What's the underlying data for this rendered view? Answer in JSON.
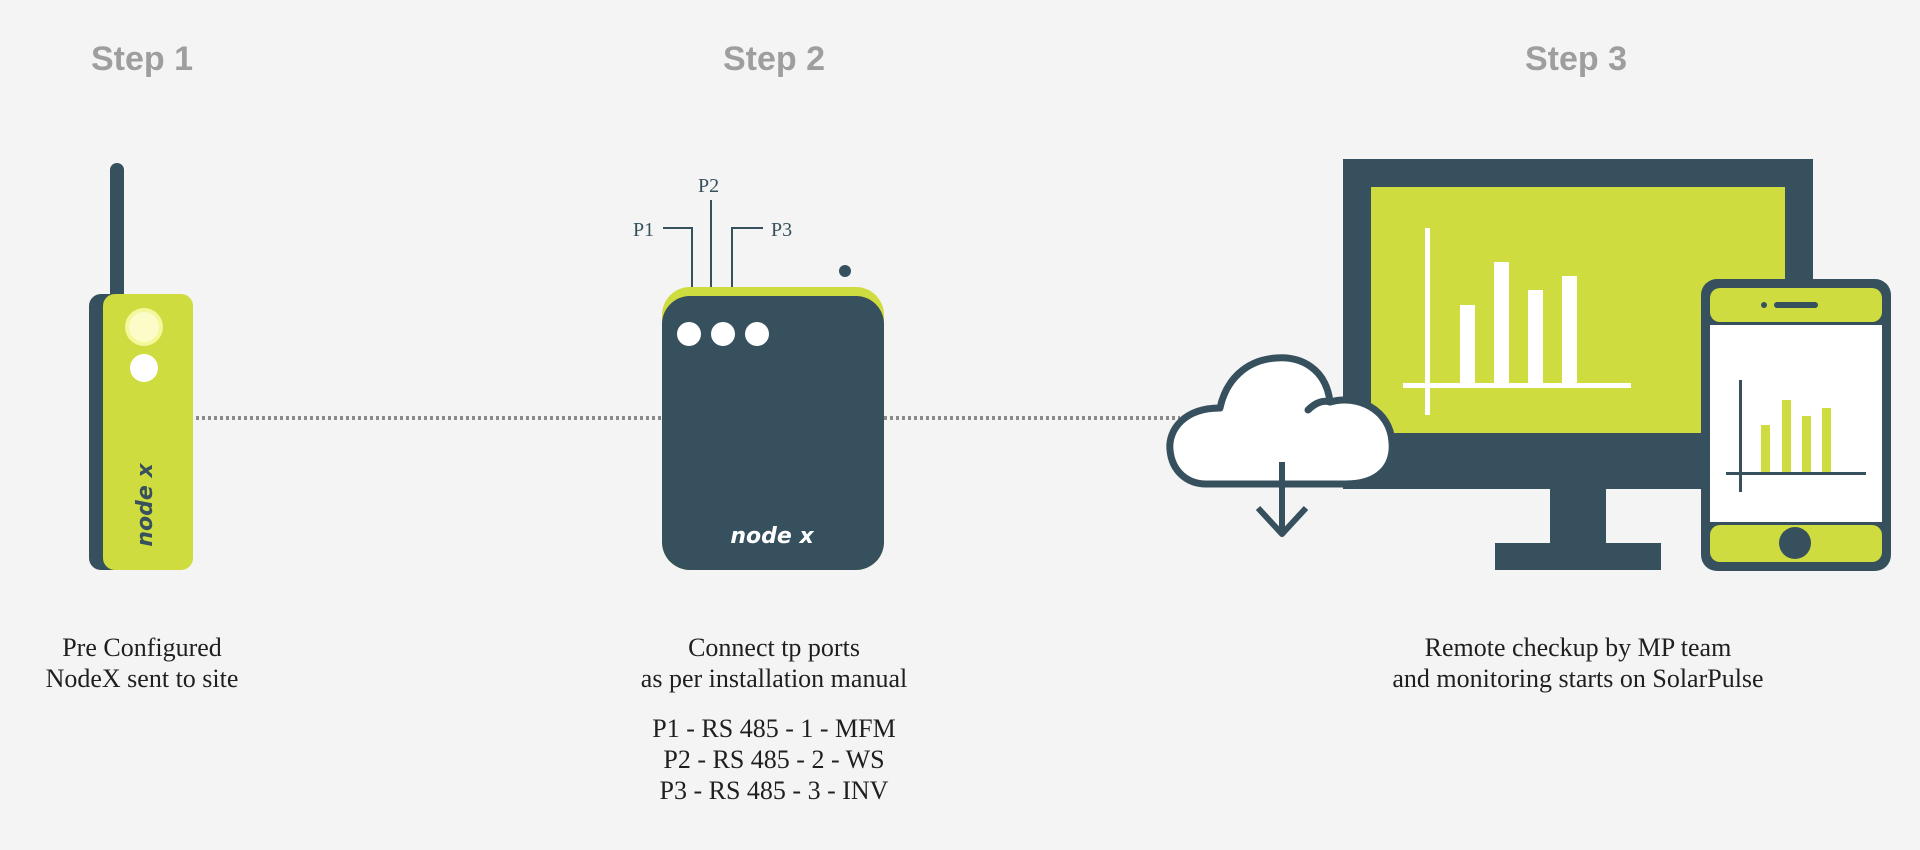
{
  "steps": [
    {
      "title": "Step 1",
      "description": [
        "Pre Configured",
        "NodeX sent to site"
      ],
      "device_label": "node x"
    },
    {
      "title": "Step 2",
      "description": [
        "Connect tp ports",
        "as per installation manual"
      ],
      "device_label": "node x",
      "port_labels": [
        "P1",
        "P2",
        "P3"
      ],
      "port_mapping": [
        "P1 - RS 485 - 1 - MFM",
        "P2 - RS 485 - 2 - WS",
        "P3 - RS 485 - 3 - INV"
      ]
    },
    {
      "title": "Step 3",
      "description": [
        "Remote checkup by MP team",
        "and monitoring starts on SolarPulse"
      ]
    }
  ],
  "colors": {
    "background": "#f4f4f4",
    "dark": "#37505d",
    "lime": "#cfdc40",
    "title_gray": "#9e9e9e",
    "text": "#1f1f1f"
  },
  "icons": [
    "antenna-device-icon",
    "router-device-icon",
    "cloud-download-icon",
    "monitor-icon",
    "smartphone-icon",
    "bar-chart-icon"
  ]
}
